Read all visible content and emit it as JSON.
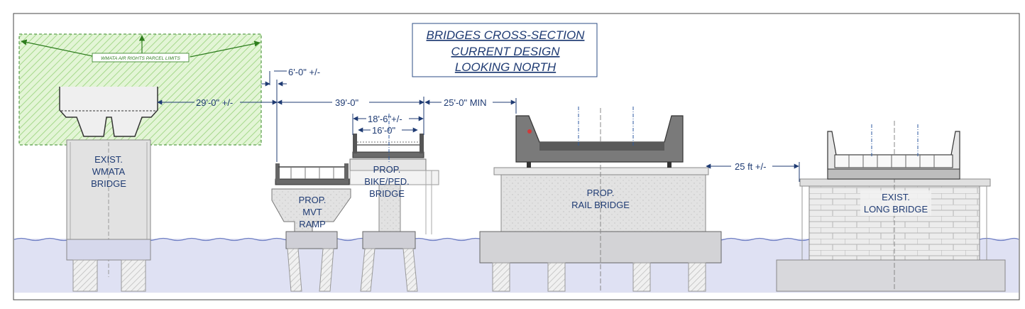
{
  "title": {
    "line1": "BRIDGES CROSS-SECTION",
    "line2": "CURRENT DESIGN",
    "line3": "LOOKING NORTH"
  },
  "air_rights_label": "WMATA AIR RIGHTS PARCEL LIMITS",
  "dimensions": {
    "d_6ft": "6'-0\" +/-",
    "d_29ft": "29'-0\" +/-",
    "d_39ft": "39'-0\"",
    "d_25min": "25'-0\" MIN",
    "d_18ft6": "18'-6\"+/-",
    "d_16ft": "16'-0\"",
    "d_25ft": "25 ft +/-"
  },
  "bridges": {
    "wmata": {
      "l1": "EXIST.",
      "l2": "WMATA",
      "l3": "BRIDGE"
    },
    "mvt": {
      "l1": "PROP.",
      "l2": "MVT",
      "l3": "RAMP"
    },
    "bike": {
      "l1": "PROP.",
      "l2": "BIKE/PED.",
      "l3": "BRIDGE"
    },
    "rail": {
      "l1": "PROP.",
      "l2": "RAIL BRIDGE"
    },
    "long": {
      "l1": "EXIST.",
      "l2": "LONG BRIDGE"
    }
  },
  "colors": {
    "label_text": "#1f3b73",
    "water": "#dde0f3",
    "concrete": "#e3e3e3",
    "air_rights_fill": "#dff3cf",
    "air_rights_stroke": "#3a8a2a",
    "steel": "#555555",
    "pile_hatch": "#b8b8b8"
  }
}
